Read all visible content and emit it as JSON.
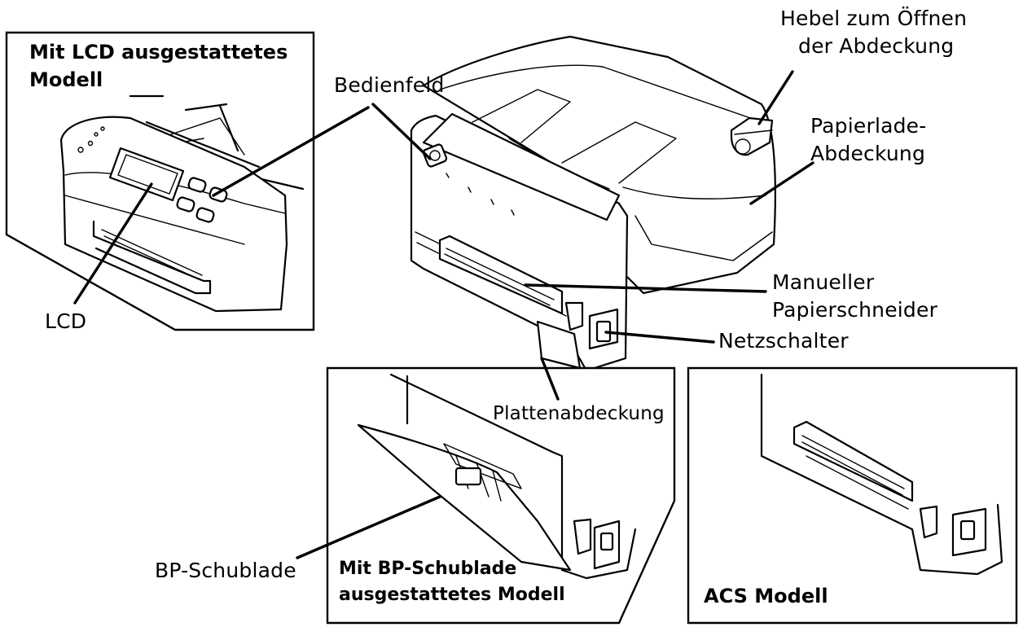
{
  "labels": {
    "lcd_model_title_line1": "Mit LCD ausgestattetes",
    "lcd_model_title_line2": "Modell",
    "bedienfeld": "Bedienfeld",
    "hebel_line1": "Hebel zum Öffnen",
    "hebel_line2": "der Abdeckung",
    "papierlade_line1": "Papierlade-",
    "papierlade_line2": "Abdeckung",
    "lcd": "LCD",
    "manueller_line1": "Manueller",
    "manueller_line2": "Papierschneider",
    "netzschalter": "Netzschalter",
    "plattenabdeckung": "Plattenabdeckung",
    "bp_schublade": "BP-Schublade",
    "bp_model_title_line1": "Mit BP-Schublade",
    "bp_model_title_line2": "ausgestattetes Modell",
    "acs_model_title": "ACS Modell"
  }
}
